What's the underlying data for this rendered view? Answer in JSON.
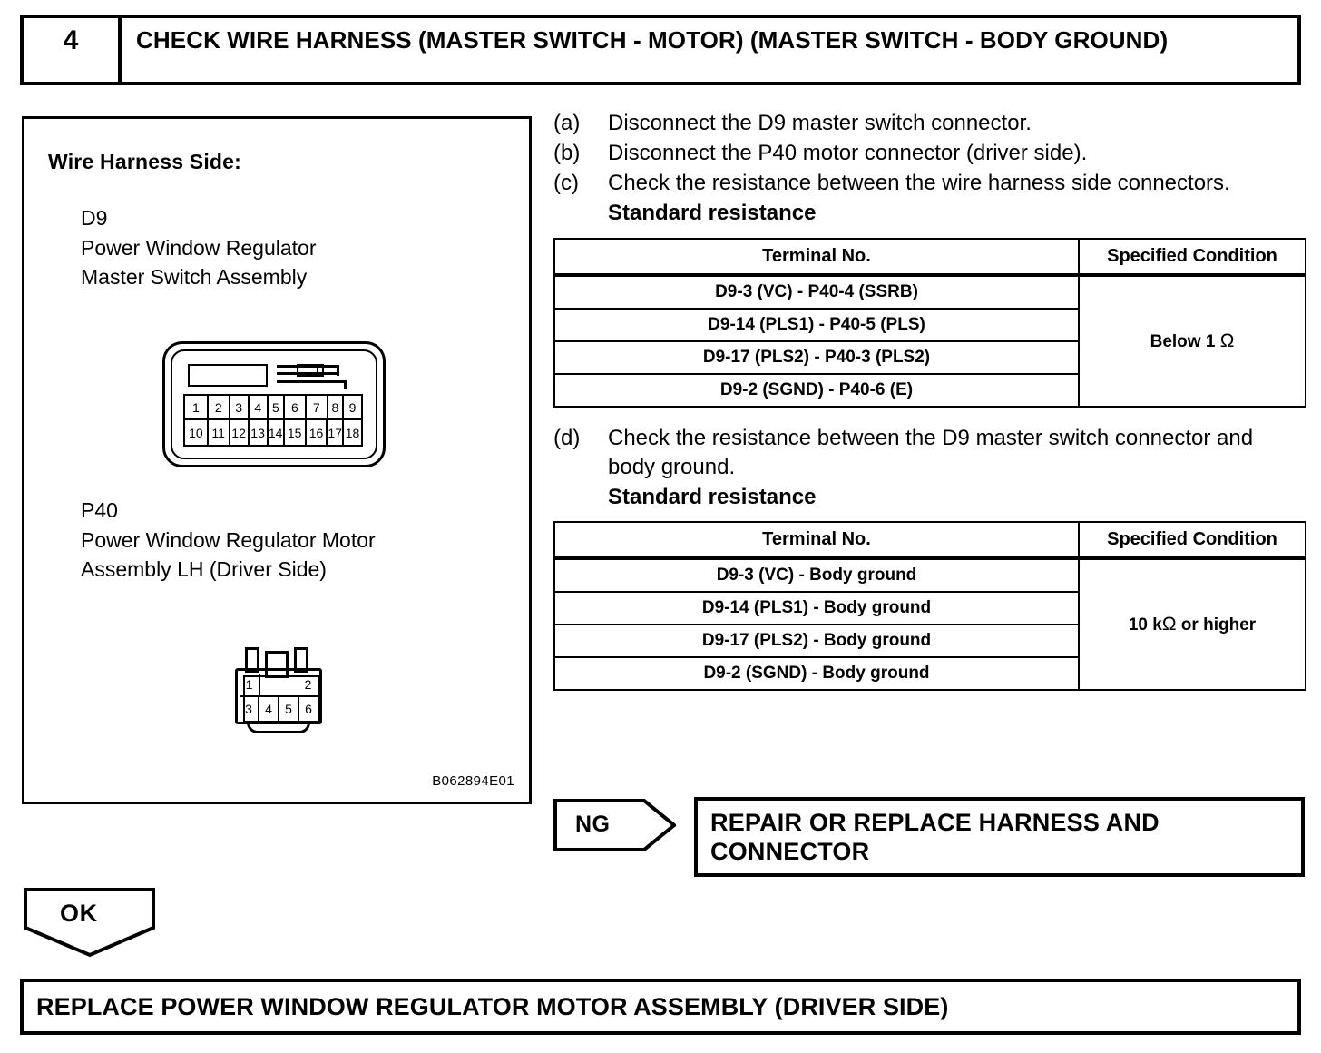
{
  "step": {
    "number": "4",
    "title": "CHECK WIRE HARNESS (MASTER SWITCH - MOTOR) (MASTER SWITCH - BODY GROUND)"
  },
  "diagram": {
    "heading": "Wire Harness Side:",
    "d9_label": "D9\nPower Window Regulator\nMaster Switch Assembly",
    "p40_label": "P40\nPower Window Regulator Motor\nAssembly LH (Driver Side)",
    "code": "B062894E01",
    "d9_pins_top": [
      "1",
      "2",
      "3",
      "4",
      "5",
      "6",
      "7",
      "8",
      "9"
    ],
    "d9_pins_bottom": [
      "10",
      "11",
      "12",
      "13",
      "14",
      "15",
      "16",
      "17",
      "18"
    ],
    "p40_pins_top": [
      "1",
      "",
      "",
      "2"
    ],
    "p40_pins_bottom": [
      "3",
      "4",
      "5",
      "6"
    ]
  },
  "instructions": [
    {
      "marker": "(a)",
      "text": "Disconnect the D9 master switch connector."
    },
    {
      "marker": "(b)",
      "text": "Disconnect the P40 motor connector (driver side)."
    },
    {
      "marker": "(c)",
      "text": "Check the resistance between the wire harness side connectors."
    }
  ],
  "standard_resistance_label_1": "Standard resistance",
  "instruction_d": {
    "marker": "(d)",
    "text": "Check the resistance between the D9 master switch connector and body ground."
  },
  "standard_resistance_label_2": "Standard resistance",
  "table1": {
    "headers": [
      "Terminal No.",
      "Specified Condition"
    ],
    "rows": [
      "D9-3 (VC) - P40-4 (SSRB)",
      "D9-14 (PLS1) - P40-5 (PLS)",
      "D9-17 (PLS2) - P40-3 (PLS2)",
      "D9-2 (SGND) - P40-6 (E)"
    ],
    "condition_prefix": "Below 1 ",
    "condition_symbol": "Ω"
  },
  "table2": {
    "headers": [
      "Terminal No.",
      "Specified Condition"
    ],
    "rows": [
      "D9-3 (VC) - Body ground",
      "D9-14 (PLS1) - Body ground",
      "D9-17 (PLS2) - Body ground",
      "D9-2 (SGND) - Body ground"
    ],
    "condition_prefix": "10 k",
    "condition_symbol": "Ω",
    "condition_suffix": " or higher"
  },
  "ng": {
    "badge": "NG",
    "result": "REPAIR OR REPLACE HARNESS AND CONNECTOR"
  },
  "ok": {
    "badge": "OK"
  },
  "footer": {
    "text": "REPLACE POWER WINDOW REGULATOR MOTOR ASSEMBLY (DRIVER SIDE)"
  },
  "colors": {
    "ink": "#000000",
    "paper": "#ffffff"
  }
}
